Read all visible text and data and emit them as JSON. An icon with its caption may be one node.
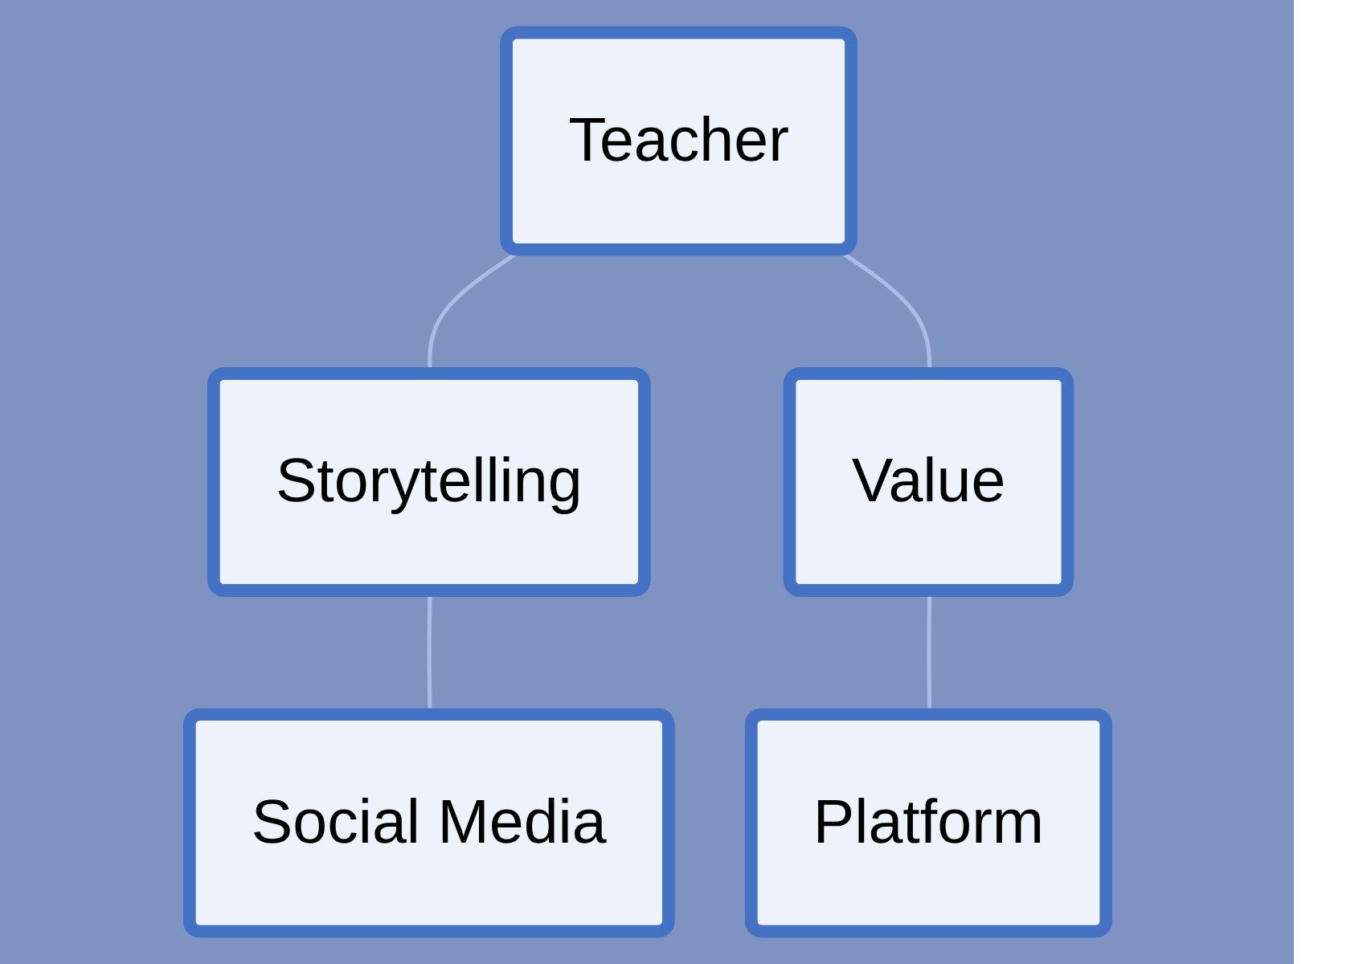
{
  "diagram": {
    "nodes": [
      {
        "text": [
          "Teacher"
        ]
      },
      {
        "text": [
          "Storytelling"
        ]
      },
      {
        "text": [
          "Value"
        ]
      },
      {
        "text": [
          "Social Media"
        ]
      },
      {
        "text": [
          "Platform"
        ]
      }
    ],
    "edges": [
      {
        "from": 0,
        "to": 1,
        "arrow": "none"
      },
      {
        "from": 0,
        "to": 2,
        "arrow": "none"
      },
      {
        "from": 1,
        "to": 3,
        "arrow": "none"
      },
      {
        "from": 2,
        "to": 4,
        "arrow": "none"
      }
    ]
  }
}
